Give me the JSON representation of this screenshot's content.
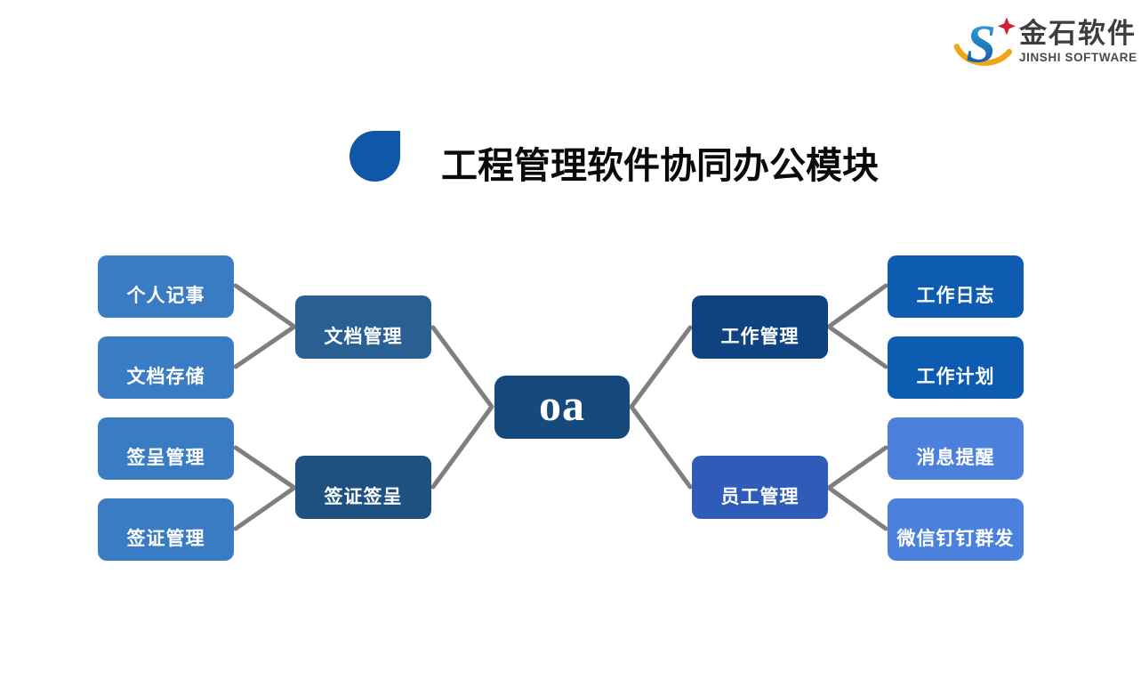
{
  "logo": {
    "cn": "金石软件",
    "en": "JINSHI SOFTWARE",
    "mark": {
      "s_color_top": "#36a9e1",
      "s_color_bottom": "#0d4f9e",
      "swoosh_color": "#f2a51c",
      "star_color": "#cf2334"
    }
  },
  "header": {
    "title": "工程管理软件协同办公模块",
    "bullet_color": "#0f57a8"
  },
  "diagram": {
    "connector_color": "#7f7f7f",
    "center": {
      "label": "oa",
      "color": "#16497c"
    },
    "left_branches": [
      {
        "label": "文档管理",
        "color": "#2a5f94",
        "children": [
          {
            "label": "个人记事",
            "color": "#3a7cc4"
          },
          {
            "label": "文档存储",
            "color": "#3a7cc4"
          }
        ]
      },
      {
        "label": "签证签呈",
        "color": "#1e5180",
        "children": [
          {
            "label": "签呈管理",
            "color": "#3a7cc4"
          },
          {
            "label": "签证管理",
            "color": "#3a7cc4"
          }
        ]
      }
    ],
    "right_branches": [
      {
        "label": "工作管理",
        "color": "#0e4280",
        "children": [
          {
            "label": "工作日志",
            "color": "#0d5cb1"
          },
          {
            "label": "工作计划",
            "color": "#0d5cb1"
          }
        ]
      },
      {
        "label": "员工管理",
        "color": "#2e5cb8",
        "children": [
          {
            "label": "消息提醒",
            "color": "#4b80dc"
          },
          {
            "label": "微信钉钉群发",
            "color": "#4b80dc"
          }
        ]
      }
    ]
  }
}
